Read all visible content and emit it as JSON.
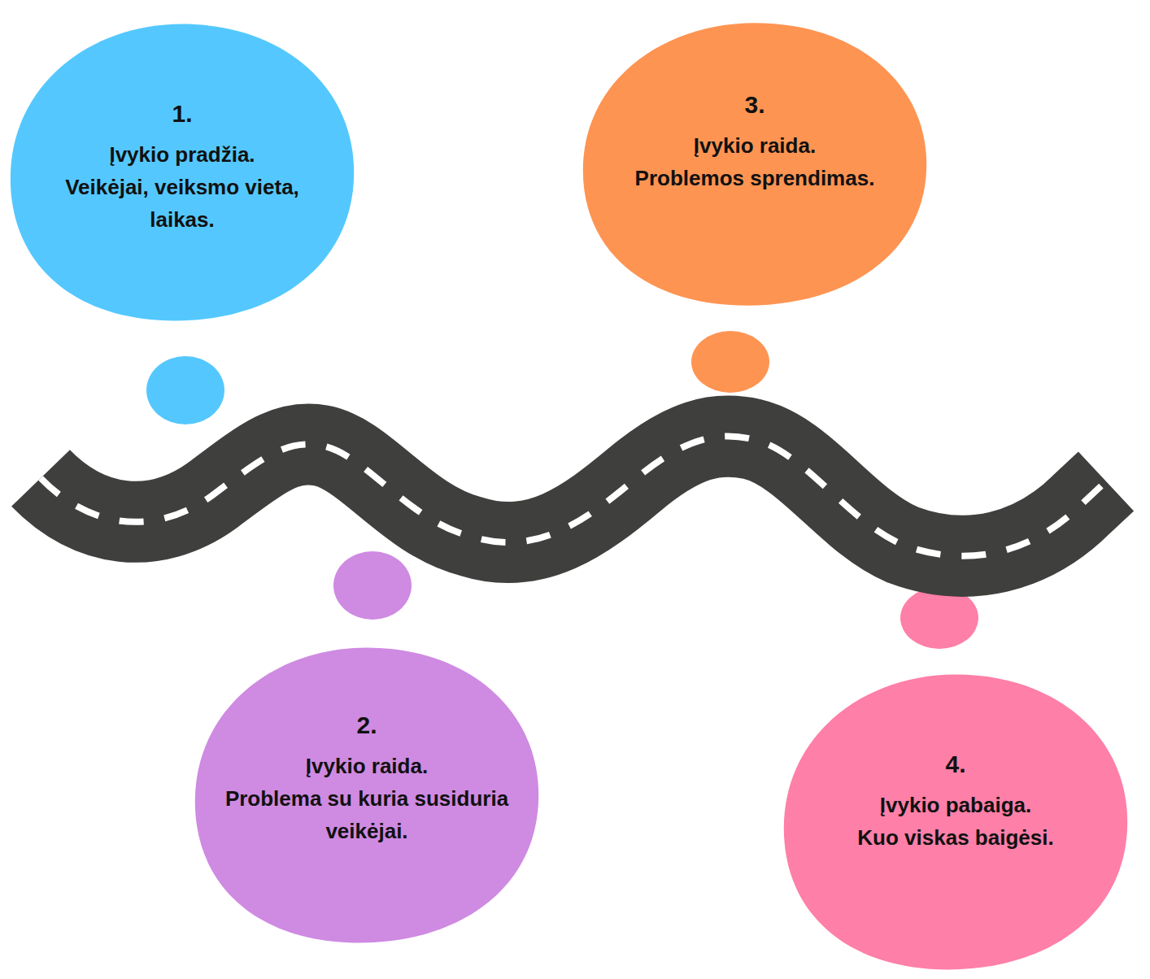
{
  "diagram": {
    "nodes": [
      {
        "text": [
          "1.",
          "Įvykio pradžia.",
          "Veikėjai, veiksmo vieta, laikas."
        ]
      },
      {
        "text": [
          "2.",
          "Įvykio raida.",
          "Problema su kuria susiduria veikėjai."
        ]
      },
      {
        "text": [
          "3.",
          "Įvykio raida.",
          "Problemos sprendimas."
        ]
      },
      {
        "text": [
          "4.",
          "Įvykio pabaiga.",
          "Kuo viskas baigėsi."
        ]
      }
    ]
  }
}
